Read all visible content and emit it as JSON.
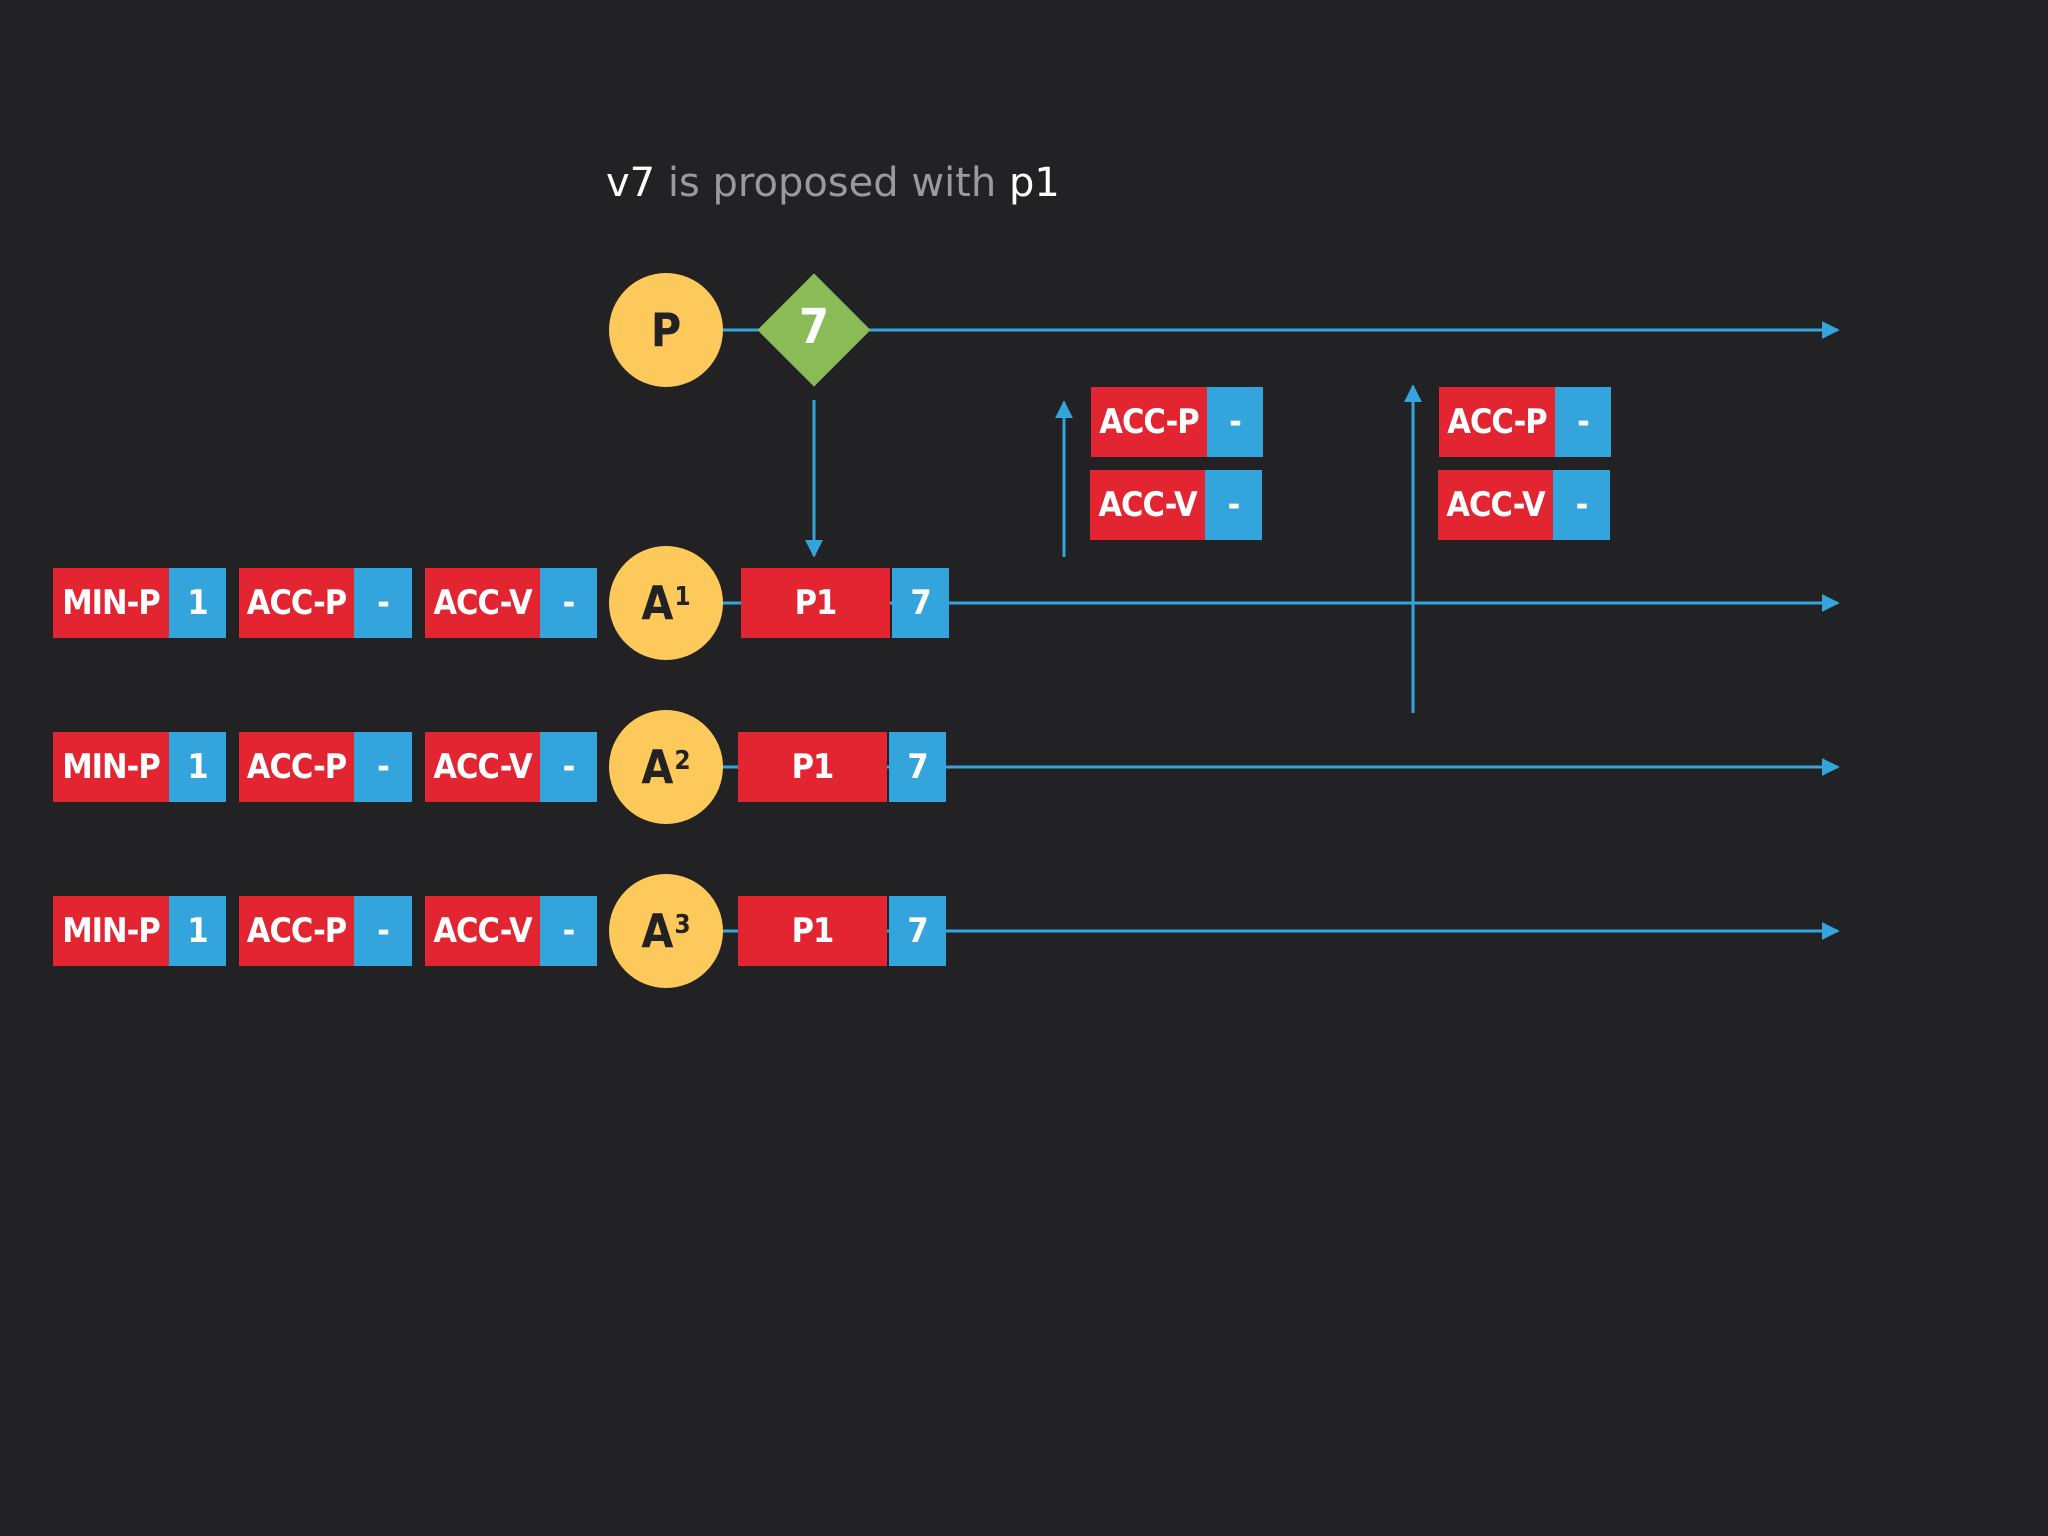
{
  "caption": {
    "part1": "v7",
    "part2": " is proposed with ",
    "part3": "p1"
  },
  "proposer": {
    "label": "P",
    "proposal_value": "7"
  },
  "acceptors": [
    {
      "name": "A",
      "index": "1",
      "state": [
        {
          "label": "MIN-P",
          "value": "1"
        },
        {
          "label": "ACC-P",
          "value": "-"
        },
        {
          "label": "ACC-V",
          "value": "-"
        }
      ],
      "message": {
        "label": "P1",
        "value": "7"
      }
    },
    {
      "name": "A",
      "index": "2",
      "state": [
        {
          "label": "MIN-P",
          "value": "1"
        },
        {
          "label": "ACC-P",
          "value": "-"
        },
        {
          "label": "ACC-V",
          "value": "-"
        }
      ],
      "message": {
        "label": "P1",
        "value": "7"
      }
    },
    {
      "name": "A",
      "index": "3",
      "state": [
        {
          "label": "MIN-P",
          "value": "1"
        },
        {
          "label": "ACC-P",
          "value": "-"
        },
        {
          "label": "ACC-V",
          "value": "-"
        }
      ],
      "message": {
        "label": "P1",
        "value": "7"
      }
    }
  ],
  "responses": [
    {
      "rows": [
        {
          "label": "ACC-P",
          "value": "-"
        },
        {
          "label": "ACC-V",
          "value": "-"
        }
      ]
    },
    {
      "rows": [
        {
          "label": "ACC-P",
          "value": "-"
        },
        {
          "label": "ACC-V",
          "value": "-"
        }
      ]
    }
  ],
  "colors": {
    "background": "#222123",
    "node": "#fdc95a",
    "diamond": "#8bbb57",
    "key": "#e22530",
    "value": "#33a5dc",
    "line": "#33a5dc"
  }
}
